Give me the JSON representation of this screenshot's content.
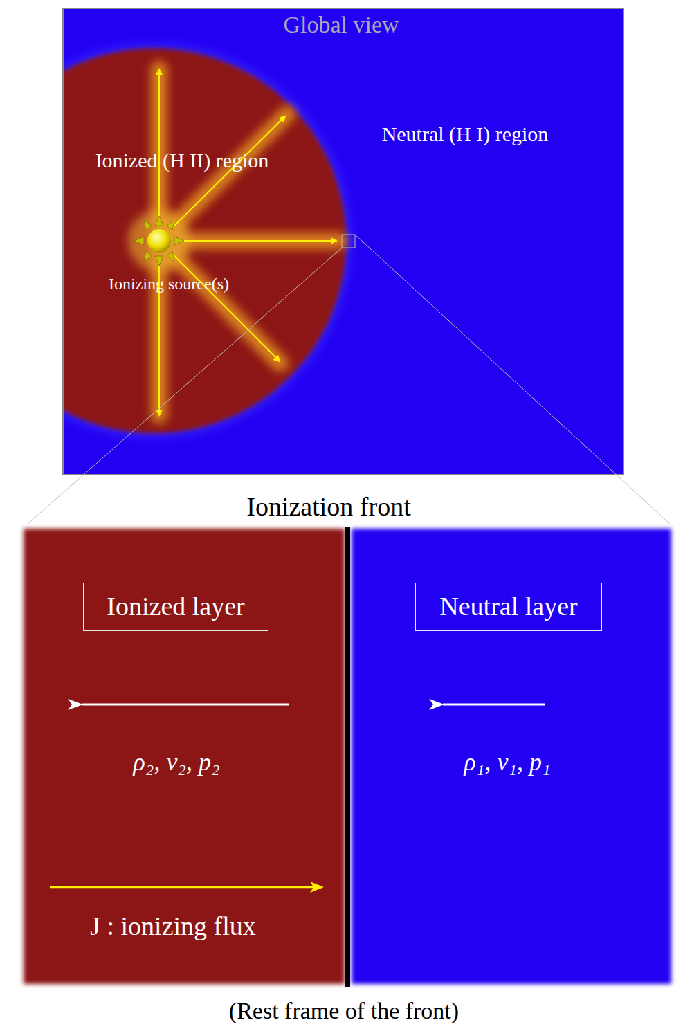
{
  "diagram": {
    "nodes": [
      {
        "text": [
          "Ionized layer"
        ]
      },
      {
        "text": [
          "Neutral layer"
        ]
      }
    ],
    "labels": [
      "Global view",
      "Neutral (H I) region",
      "Ionized (H II) region",
      "Ionizing source(s)",
      "Ionization front",
      "ρ₂, v₂, p₂",
      "ρ₁, v₁, p₁",
      "J : ionizing flux",
      "(Rest frame of the front)"
    ]
  }
}
